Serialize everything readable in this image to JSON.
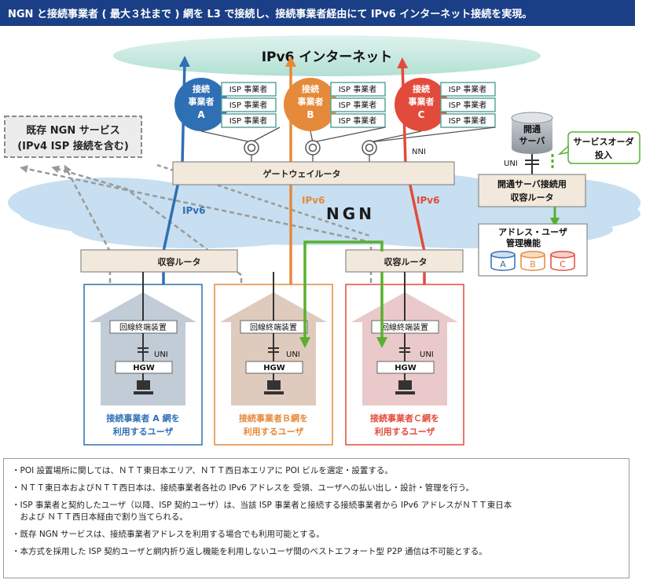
{
  "header": {
    "title": "NGN と接続事業者 ( 最大３社まで ) 網を L3 で接続し、接続事業者経由にて IPv6 インターネット接続を実現。"
  },
  "internet": {
    "label": "IPv6 インターネット"
  },
  "isps": [
    {
      "label_line1": "接続",
      "label_line2": "事業者",
      "label_line3": "A",
      "color": "#2f6fb4",
      "boxes": [
        "ISP 事業者",
        "ISP 事業者",
        "ISP 事業者"
      ]
    },
    {
      "label_line1": "接続",
      "label_line2": "事業者",
      "label_line3": "B",
      "color": "#e5893a",
      "boxes": [
        "ISP 事業者",
        "ISP 事業者",
        "ISP 事業者"
      ]
    },
    {
      "label_line1": "接続",
      "label_line2": "事業者",
      "label_line3": "C",
      "color": "#e24b3b",
      "boxes": [
        "ISP 事業者",
        "ISP 事業者",
        "ISP 事業者"
      ]
    }
  ],
  "legacy": {
    "line1": "既存 NGN サービス",
    "line2": "(IPv4 ISP 接続を含む)"
  },
  "nni": "NNI",
  "gateway": "ゲートウェイルータ",
  "ngn": "NGN",
  "ipv6_labels": [
    "IPv6",
    "IPv6",
    "IPv6"
  ],
  "access_routers": [
    "収容ルータ",
    "収容ルータ"
  ],
  "server": {
    "line1": "開通",
    "line2": "サーバ",
    "uni": "UNI",
    "callout_line1": "サービスオーダ",
    "callout_line2": "投入"
  },
  "server_router": {
    "line1": "開通サーバ接続用",
    "line2": "収容ルータ"
  },
  "address": {
    "line1": "アドレス・ユーザ",
    "line2": "管理機能",
    "dbs": [
      "A",
      "B",
      "C"
    ]
  },
  "homes": [
    {
      "onu": "回線終端装置",
      "uni": "UNI",
      "hgw": "HGW",
      "caption_line1": "接続事業者 A 網を",
      "caption_line2": "利用するユーザ",
      "color": "#2f6fb4"
    },
    {
      "onu": "回線終端装置",
      "uni": "UNI",
      "hgw": "HGW",
      "caption_line1": "接続事業者Ｂ網を",
      "caption_line2": "利用するユーザ",
      "color": "#e5893a"
    },
    {
      "onu": "回線終端装置",
      "uni": "UNI",
      "hgw": "HGW",
      "caption_line1": "接続事業者Ｃ網を",
      "caption_line2": "利用するユーザ",
      "color": "#e24b3b"
    }
  ],
  "notes": [
    "・POI 設置場所に関しては、ＮＴＴ東日本エリア、ＮＴＴ西日本エリアに POI ビルを選定・設置する。",
    "・ＮＴＴ東日本およびＮＴＴ西日本は、接続事業者各社の IPv6 アドレスを 受領、ユーザへの払い出し・設計・管理を行う。",
    "・ISP 事業者と契約したユーザ（以降、ISP 契約ユーザ）は、当該 ISP 事業者と接続する接続事業者から IPv6 アドレスがＮＴＴ東日本\n　および ＮＴＴ西日本経由で割り当てられる。",
    "・既存 NGN サービスは、接続事業者アドレスを利用する場合でも利用可能とする。",
    "・本方式を採用した ISP 契約ユーザと網内折り返し機能を利用しないユーザ間のベストエフォート型 P2P 通信は不可能とする。"
  ],
  "colors": {
    "header_bg": "#1b3f86",
    "green": "#58b02f",
    "router_fill": "#f2e9dc"
  }
}
